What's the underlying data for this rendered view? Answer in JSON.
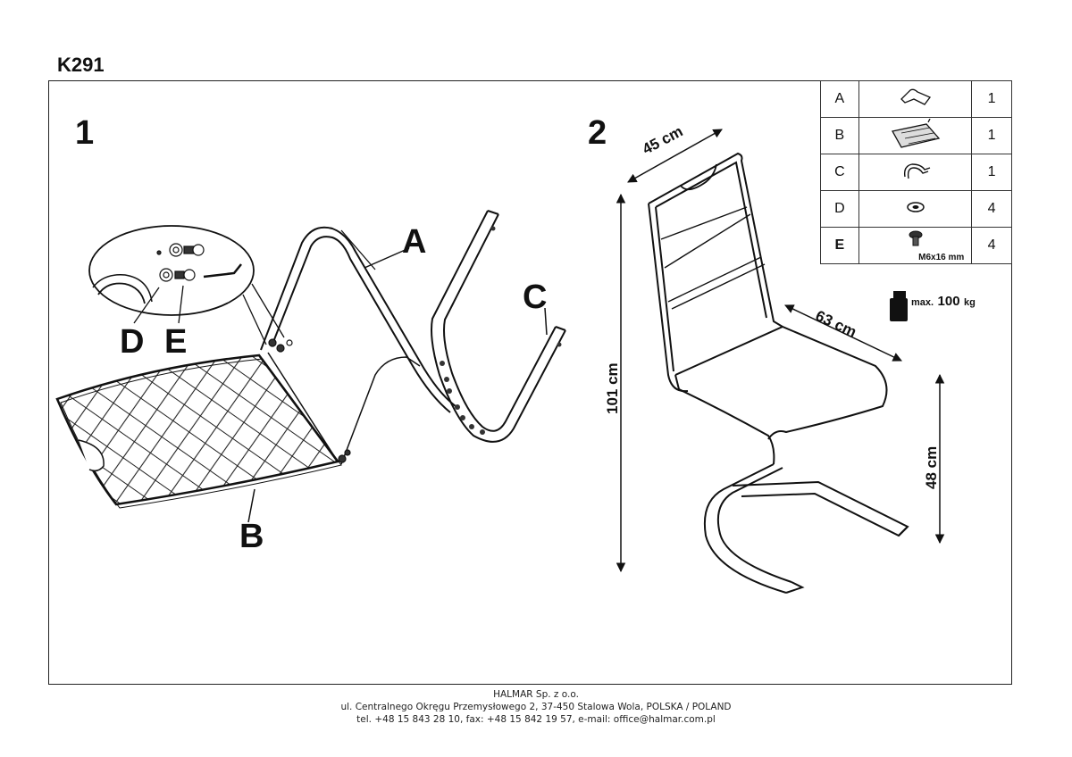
{
  "model_code": "K291",
  "steps": [
    "1",
    "2"
  ],
  "callouts": {
    "a": "A",
    "b": "B",
    "c": "C",
    "d": "D",
    "e": "E"
  },
  "parts_table": [
    {
      "letter": "A",
      "icon": "backrest-frame-icon",
      "qty": "1"
    },
    {
      "letter": "B",
      "icon": "seat-panel-icon",
      "qty": "1"
    },
    {
      "letter": "C",
      "icon": "u-frame-icon",
      "qty": "1"
    },
    {
      "letter": "D",
      "icon": "washer-icon",
      "qty": "4"
    },
    {
      "letter": "E",
      "icon": "bolt-icon",
      "qty": "4",
      "spec": "M6x16 mm"
    }
  ],
  "dimensions": {
    "width": "45 cm",
    "depth": "63 cm",
    "height": "101 cm",
    "seat_height": "48 cm"
  },
  "max_load": {
    "prefix": "max.",
    "value": "100",
    "unit": "kg"
  },
  "footer": {
    "company": "HALMAR Sp. z o.o.",
    "address": "ul. Centralnego Okręgu Przemysłowego 2, 37-450 Stalowa Wola, POLSKA / POLAND",
    "contact": "tel. +48 15 843 28 10, fax: +48 15 842 19 57, e-mail: office@halmar.com.pl"
  }
}
